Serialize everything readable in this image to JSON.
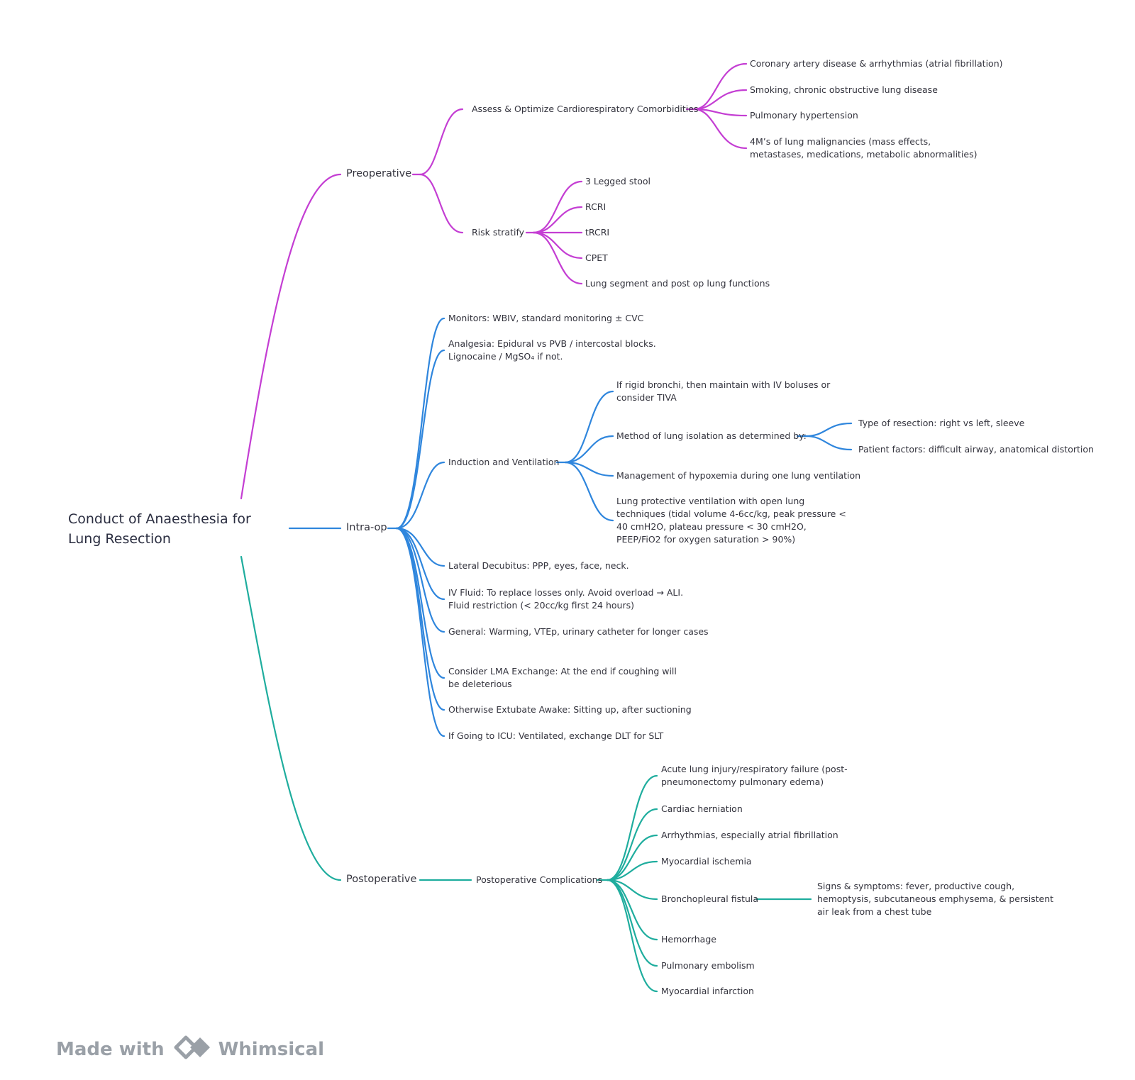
{
  "root": {
    "label": "Conduct of Anaesthesia for Lung Resection"
  },
  "colors": {
    "preop": "#c43ed3",
    "intraop": "#2f86dd",
    "postop": "#1fad9e",
    "brand": "#9aa0a7"
  },
  "branches": {
    "preop": {
      "label": "Preoperative",
      "assess": {
        "label": "Assess & Optimize Cardiorespiratory Comorbidities",
        "items": [
          "Coronary artery disease & arrhythmias (atrial fibrillation)",
          "Smoking, chronic obstructive lung disease",
          "Pulmonary hypertension",
          "4M’s of lung malignancies (mass effects, metastases, medications, metabolic abnormalities)"
        ]
      },
      "risk": {
        "label": "Risk stratify",
        "items": [
          "3 Legged stool",
          "RCRI",
          "tRCRI",
          "CPET",
          "Lung segment and post op lung functions"
        ]
      }
    },
    "intraop": {
      "label": "Intra-op",
      "monitors": "Monitors: WBIV, standard monitoring ± CVC",
      "analgesia": "Analgesia: Epidural vs PVB / intercostal blocks. Lignocaine / MgSO₄ if not.",
      "induction": {
        "label": "Induction and Ventilation",
        "rigid": "If rigid bronchi, then maintain with IV boluses or consider TIVA",
        "isolation": {
          "label": "Method of lung isolation as determined by:",
          "items": [
            "Type of resection: right vs left, sleeve",
            "Patient factors: difficult airway, anatomical distortion"
          ]
        },
        "hypoxemia": "Management of hypoxemia during one lung ventilation",
        "protective": "Lung protective ventilation with open lung techniques (tidal volume 4-6cc/kg, peak pressure < 40 cmH2O, plateau pressure < 30 cmH2O, PEEP/FiO2 for oxygen saturation > 90%)"
      },
      "lateral": "Lateral Decubitus: PPP, eyes, face, neck.",
      "fluid": "IV Fluid: To replace losses only. Avoid overload → ALI. Fluid restriction (< 20cc/kg first 24 hours)",
      "general": "General: Warming, VTEp, urinary catheter for longer cases",
      "lma": "Consider LMA Exchange: At the end if coughing will be deleterious",
      "extubate": "Otherwise Extubate Awake: Sitting up, after suctioning",
      "icu": "If Going to ICU: Ventilated, exchange DLT for SLT"
    },
    "postop": {
      "label": "Postoperative",
      "complications": {
        "label": "Postoperative Complications",
        "ali": "Acute lung injury/respiratory failure (post-pneumonectomy pulmonary edema)",
        "herniation": "Cardiac herniation",
        "arrhythmias": "Arrhythmias, especially atrial fibrillation",
        "ischemia": "Myocardial ischemia",
        "fistula": {
          "label": "Bronchopleural fistula",
          "signs": "Signs & symptoms: fever, productive cough, hemoptysis, subcutaneous emphysema, & persistent air leak from a chest tube"
        },
        "hemorrhage": "Hemorrhage",
        "embolism": "Pulmonary embolism",
        "infarction": "Myocardial infarction"
      }
    }
  },
  "brand": {
    "made_with": "Made with",
    "name": "Whimsical"
  }
}
